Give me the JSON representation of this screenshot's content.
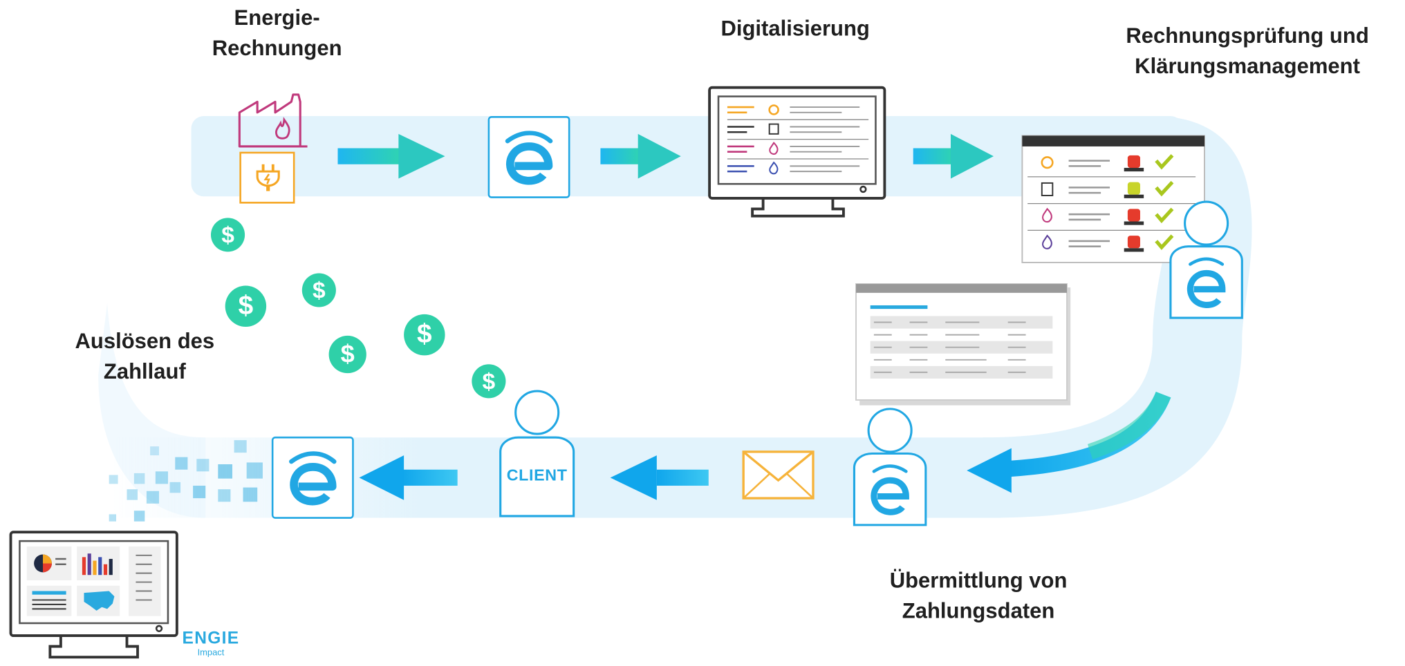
{
  "steps": {
    "energy_bills": {
      "line1": "Energie-",
      "line2": "Rechnungen"
    },
    "digitalization": {
      "text": "Digitalisierung"
    },
    "invoice_audit": {
      "line1": "Rechnungsprüfung und",
      "line2": "Klärungsmanagement"
    },
    "payment_data": {
      "line1": "Übermittlung von",
      "line2": "Zahlungsdaten"
    },
    "payment_run": {
      "line1": "Auslösen des",
      "line2": "Zahllauf"
    }
  },
  "client_badge": "CLIENT",
  "currency_symbol": "$",
  "brand": {
    "name": "ENGIE",
    "sub": "Impact"
  },
  "icons": [
    "factory-flame-icon",
    "electric-plug-icon",
    "engie-e-logo-icon",
    "monitor-icon",
    "invoice-checklist-icon",
    "alarm-light-icon",
    "checkmark-icon",
    "person-icon",
    "envelope-icon",
    "dollar-coin-icon",
    "report-table-icon",
    "dashboard-monitor-icon",
    "us-map-icon"
  ],
  "colors": {
    "band": "#e2f3fc",
    "accent_blue": "#21a7e3",
    "arrow_cyan": "#1fb6f0",
    "arrow_teal": "#2fd3b2",
    "coin": "#2fd0a8",
    "gas_pink": "#c0397c",
    "power_orange": "#f5a623",
    "alarm_red": "#e53b2c",
    "alarm_yellow": "#c8d42a",
    "check_green": "#a9c71e",
    "water_purple": "#5b3f9a",
    "envelope_orange": "#f6b33a"
  }
}
